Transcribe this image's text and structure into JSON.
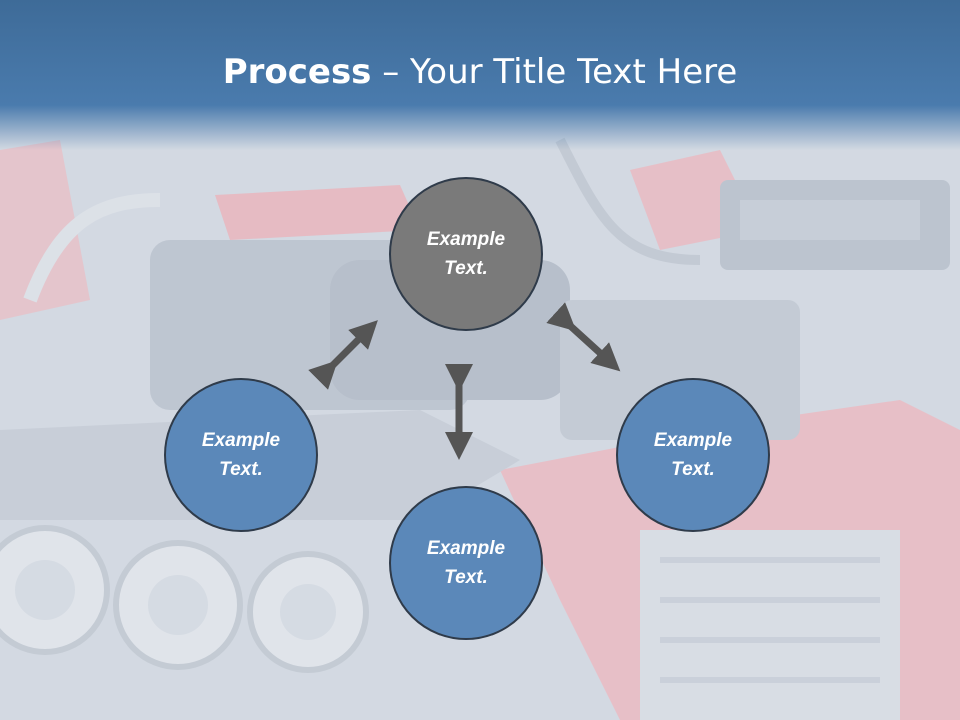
{
  "slide": {
    "title_bold": "Process",
    "title_rest": " – Your Title Text Here"
  },
  "nodes": {
    "top": "Example Text.",
    "left": "Example Text.",
    "bottom": "Example Text.",
    "right": "Example Text."
  },
  "colors": {
    "header": "#4a7bad",
    "node_blue": "#5b88b9",
    "node_gray": "#7a7a7a",
    "arrow": "#555555"
  },
  "background_image": "car-engine-bay-photo"
}
